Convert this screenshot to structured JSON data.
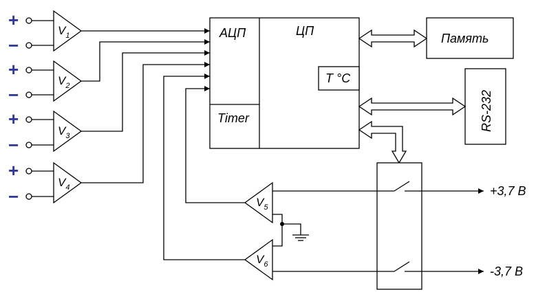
{
  "inputs": [
    {
      "plus": "+",
      "minus": "−",
      "name": "V",
      "sub": "1"
    },
    {
      "plus": "+",
      "minus": "−",
      "name": "V",
      "sub": "2"
    },
    {
      "plus": "+",
      "minus": "−",
      "name": "V",
      "sub": "3"
    },
    {
      "plus": "+",
      "minus": "−",
      "name": "V",
      "sub": "4"
    }
  ],
  "feedback_amps": [
    {
      "name": "V",
      "sub": "5"
    },
    {
      "name": "V",
      "sub": "6"
    }
  ],
  "blocks": {
    "adc": "АЦП",
    "cpu": "ЦП",
    "timer": "Timer",
    "temp": "T °C",
    "memory": "Память",
    "rs232": "RS-232"
  },
  "outputs": {
    "pos": "+3,7 В",
    "neg": "-3,7 В"
  }
}
